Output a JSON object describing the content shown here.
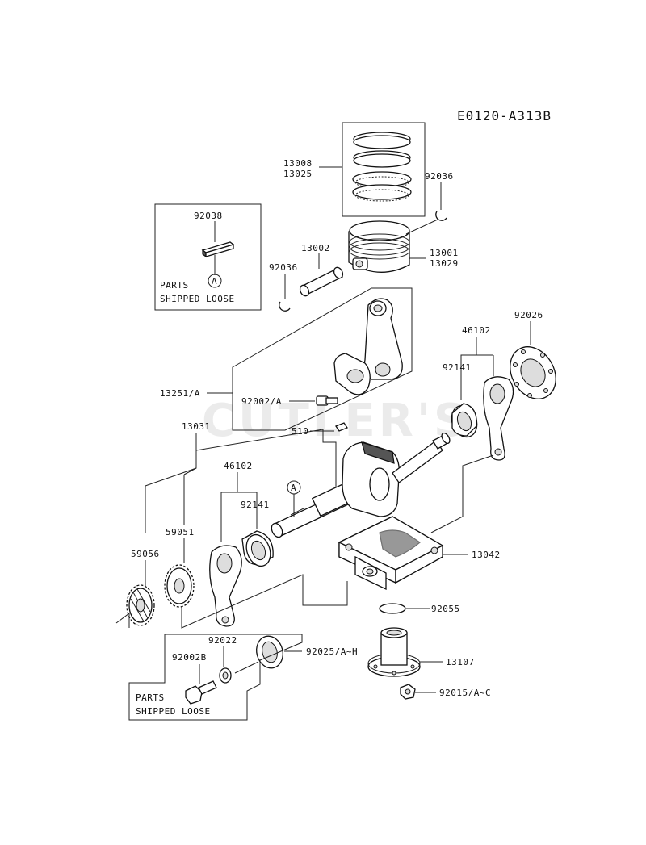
{
  "diagram_code": "E0120-A313B",
  "watermark": "CUTLER'S",
  "callout_marker": "A",
  "parts_loose_note": {
    "line1": "PARTS",
    "line2": "SHIPPED LOOSE"
  },
  "labels": {
    "p13008": "13008",
    "p13025": "13025",
    "p92036_right": "92036",
    "p92038": "92038",
    "p13002": "13002",
    "p92036_left": "92036",
    "p13001": "13001",
    "p13029": "13029",
    "p92026": "92026",
    "p46102_right": "46102",
    "p92141_right": "92141",
    "p13251A": "13251/A",
    "p92002A": "92002/A",
    "p13031": "13031",
    "p510": "510",
    "p46102_left": "46102",
    "p92141_left": "92141",
    "p59051": "59051",
    "p59056": "59056",
    "p13042": "13042",
    "p92055": "92055",
    "p92022": "92022",
    "p92025": "92025/A~H",
    "p92002B": "92002B",
    "p13107": "13107",
    "p92015": "92015/A~C"
  }
}
